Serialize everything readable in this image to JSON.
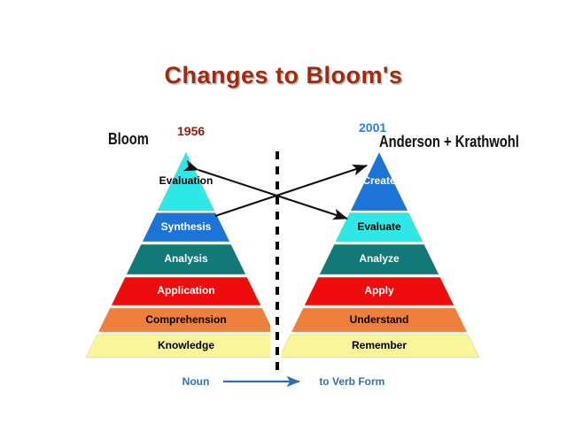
{
  "slide": {
    "title": "Changes to Bloom's",
    "title_color": "#9c2c14",
    "background_color": "#ffffff"
  },
  "left_side": {
    "author": "Bloom",
    "year": "1956",
    "year_color": "#8d1b16",
    "levels": [
      {
        "label": "Evaluation",
        "color": "#2ee8e8",
        "text_color": "#000000"
      },
      {
        "label": "Synthesis",
        "color": "#1b74d6",
        "text_color": "#ffffff"
      },
      {
        "label": "Analysis",
        "color": "#127878",
        "text_color": "#ffffff"
      },
      {
        "label": "Application",
        "color": "#ee0b0b",
        "text_color": "#ffffff"
      },
      {
        "label": "Comprehension",
        "color": "#ef7f3c",
        "text_color": "#000000"
      },
      {
        "label": "Knowledge",
        "color": "#faf49a",
        "text_color": "#000000"
      }
    ]
  },
  "right_side": {
    "author": "Anderson + Krathwohl",
    "year": "2001",
    "year_color": "#2e7fd0",
    "levels": [
      {
        "label": "Create",
        "color": "#1b74d6",
        "text_color": "#ffffff"
      },
      {
        "label": "Evaluate",
        "color": "#2ee8e8",
        "text_color": "#000000"
      },
      {
        "label": "Analyze",
        "color": "#127878",
        "text_color": "#ffffff"
      },
      {
        "label": "Apply",
        "color": "#ee0b0b",
        "text_color": "#ffffff"
      },
      {
        "label": "Understand",
        "color": "#ef7f3c",
        "text_color": "#000000"
      },
      {
        "label": "Remember",
        "color": "#faf49a",
        "text_color": "#000000"
      }
    ]
  },
  "legend": {
    "from_label": "Noun",
    "to_label": "to Verb Form",
    "color": "#2e6fb7"
  },
  "connectors": [
    {
      "from": "Synthesis",
      "to": "Create"
    },
    {
      "from": "Evaluate",
      "to": "Evaluation"
    }
  ]
}
